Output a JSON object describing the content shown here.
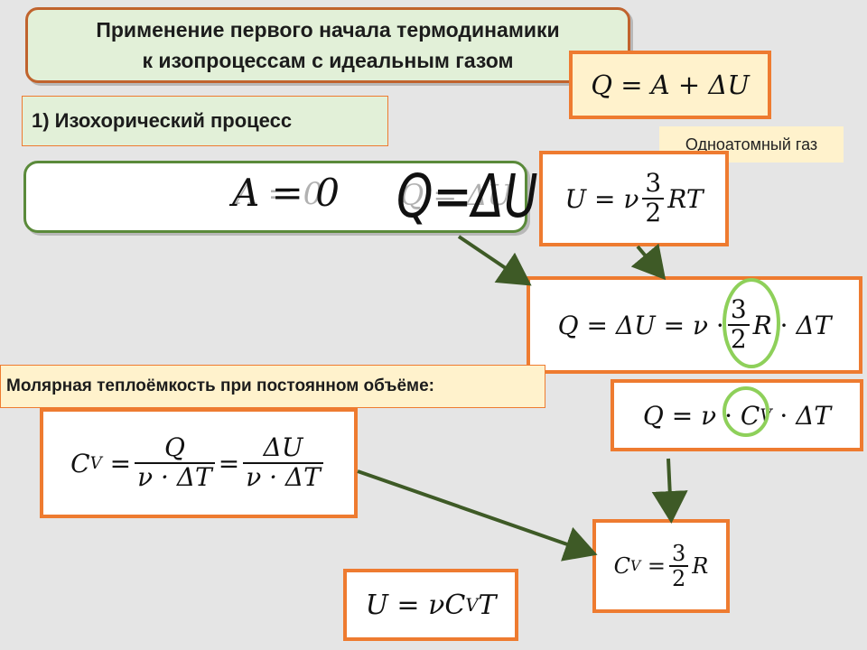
{
  "title": {
    "line1": "Применение первого начала термодинамики",
    "line2": "к изопроцессам с идеальным газом"
  },
  "formula_first_law": {
    "lhs": "Q",
    "eq": "=",
    "a": "A",
    "plus": "+",
    "du": "ΔU"
  },
  "section": {
    "label": "1) Изохорический процесс"
  },
  "condition": {
    "a_zero": "A = 0",
    "q_du": "Q=ΔU",
    "ghost_a": "A = 0",
    "ghost_q": "Q = ΔU"
  },
  "monatomic": {
    "label": "Одноатомный газ",
    "u": "U",
    "eq": "=",
    "nu": "ν",
    "num": "3",
    "den": "2",
    "rt": "RT"
  },
  "q_chain": {
    "q": "Q",
    "eq1": "=",
    "du": "ΔU",
    "eq2": "=",
    "nu": "ν",
    "dot1": "·",
    "num": "3",
    "den": "2",
    "r": "R",
    "dot2": "·",
    "dt": "ΔT"
  },
  "molar": {
    "label": "Молярная теплоёмкость при постоянном объёме:"
  },
  "cv_definition": {
    "cv": "C",
    "cv_sub": "V",
    "eq1": "=",
    "f1_num": "Q",
    "f1_den": "ν · ΔT",
    "eq2": "=",
    "f2_num": "ΔU",
    "f2_den": "ν · ΔT"
  },
  "q_nu_cv": {
    "q": "Q",
    "eq": "=",
    "nu": "ν",
    "dot1": "·",
    "cv": "C",
    "cv_sub": "V",
    "dot2": "·",
    "dt": "ΔT"
  },
  "cv_result": {
    "cv": "C",
    "cv_sub": "V",
    "eq": "=",
    "num": "3",
    "den": "2",
    "r": "R"
  },
  "u_formula": {
    "u": "U",
    "eq": "=",
    "nu": "ν",
    "cv": "C",
    "cv_sub": "V",
    "t": "T"
  },
  "colors": {
    "orange": "#ee7b30",
    "green_border": "#5a8a3a",
    "arrow": "#3e5a26",
    "highlight_circle": "#8ed05a",
    "cream": "#fff2cc",
    "title_bg": "#e2f0d8"
  }
}
